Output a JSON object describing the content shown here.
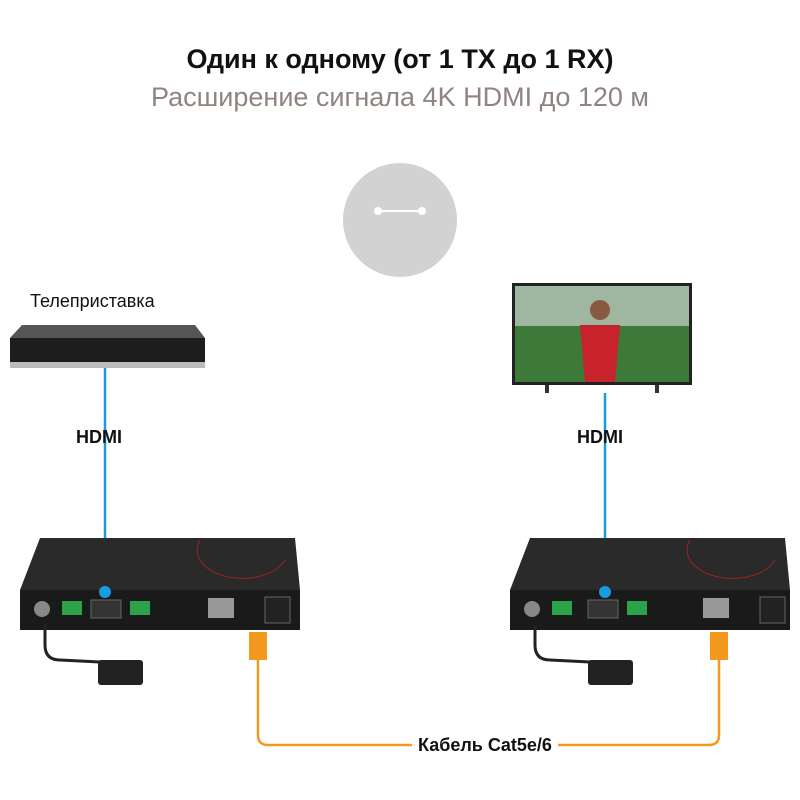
{
  "title": "Один к одному (от 1 TX до 1 RX)",
  "subtitle": "Расширение сигнала 4K HDMI до 120 м",
  "source_label": "Телеприставка",
  "hdmi_left": "HDMI",
  "hdmi_right": "HDMI",
  "cable_label": "Кабель Cat5e/6",
  "colors": {
    "hdmi_line": "#1a9be0",
    "cat_cable": "#f39a1e",
    "circle": "#d2d2d2",
    "subtitle": "#8f8480"
  }
}
